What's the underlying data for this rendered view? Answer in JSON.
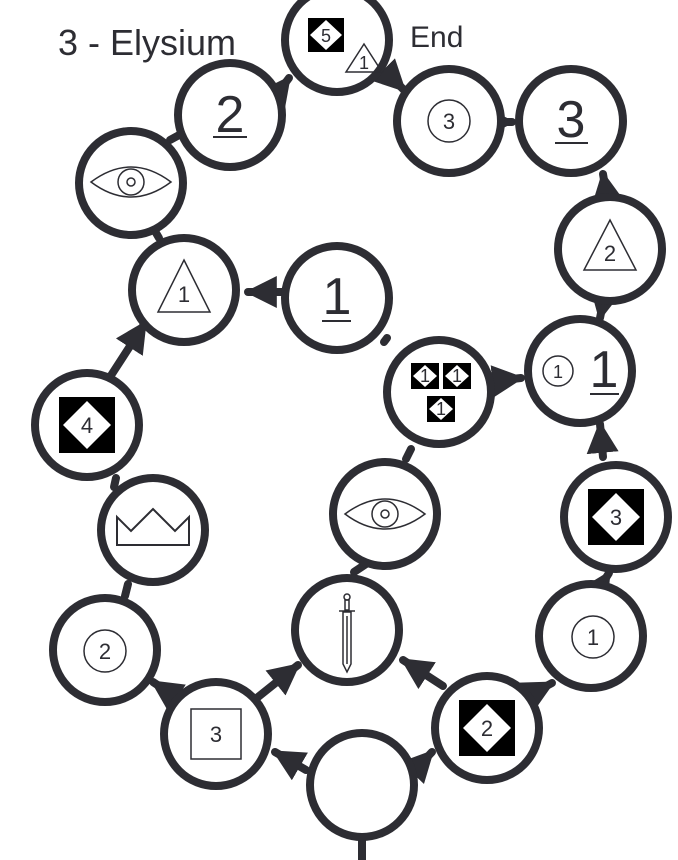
{
  "title": "3 - Elysium",
  "end_label": "End",
  "colors": {
    "stroke": "#2d2d33",
    "fill": "#ffffff",
    "badge": "#000000"
  },
  "spaces": [
    {
      "id": "start",
      "kind": "empty"
    },
    {
      "id": "square-3",
      "kind": "square",
      "value": "3"
    },
    {
      "id": "circle-2-lower-left",
      "kind": "circled-number",
      "value": "2"
    },
    {
      "id": "crown",
      "kind": "crown-icon"
    },
    {
      "id": "diamond-4",
      "kind": "diamond-badge",
      "value": "4"
    },
    {
      "id": "triangle-1-left",
      "kind": "triangle",
      "value": "1"
    },
    {
      "id": "eye-left",
      "kind": "eye-icon"
    },
    {
      "id": "underlined-2",
      "kind": "underlined-number",
      "value": "2"
    },
    {
      "id": "end",
      "kind": "diamond-plus-triangle",
      "value": "5",
      "sub": "1"
    },
    {
      "id": "circle-3-top",
      "kind": "circled-number",
      "value": "3"
    },
    {
      "id": "underlined-3",
      "kind": "underlined-number",
      "value": "3"
    },
    {
      "id": "triangle-2",
      "kind": "triangle",
      "value": "2"
    },
    {
      "id": "circle1-underlined1",
      "kind": "circled-and-underlined",
      "value": "1",
      "sub": "1"
    },
    {
      "id": "diamond-3",
      "kind": "diamond-badge",
      "value": "3"
    },
    {
      "id": "circle-1-lower-right",
      "kind": "circled-number",
      "value": "1"
    },
    {
      "id": "diamond-2",
      "kind": "diamond-badge",
      "value": "2"
    },
    {
      "id": "sword",
      "kind": "sword-icon"
    },
    {
      "id": "eye-center",
      "kind": "eye-icon"
    },
    {
      "id": "three-diamonds-1",
      "kind": "triple-diamond",
      "value": "1"
    },
    {
      "id": "underlined-1-center",
      "kind": "underlined-number",
      "value": "1"
    }
  ]
}
